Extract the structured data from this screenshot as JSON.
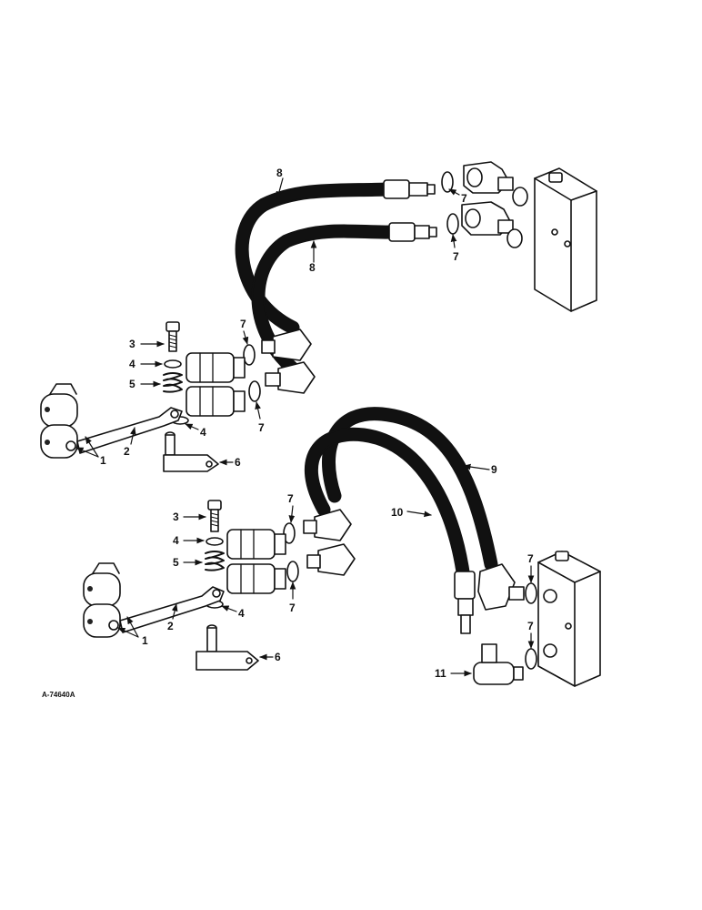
{
  "figure_id": "A-74640A",
  "callouts": {
    "upper": {
      "hose_top": "8",
      "hose_bottom": "8",
      "oring_elbow_top": "7",
      "oring_elbow_bottom": "7",
      "oring_coupler_top": "7",
      "oring_coupler_bottom": "7",
      "bolt": "3",
      "washer_top": "4",
      "spring": "5",
      "washer_bottom": "4",
      "bracket": "1",
      "lever": "2",
      "support": "6"
    },
    "lower": {
      "hose_long": "9",
      "hose_short": "10",
      "oring_top": "7",
      "oring_bottom": "7",
      "oring_block_top": "7",
      "oring_block_bottom": "7",
      "bolt": "3",
      "washer_top": "4",
      "spring": "5",
      "washer_bottom": "4",
      "bracket": "1",
      "lever": "2",
      "support": "6",
      "tee": "11"
    }
  }
}
